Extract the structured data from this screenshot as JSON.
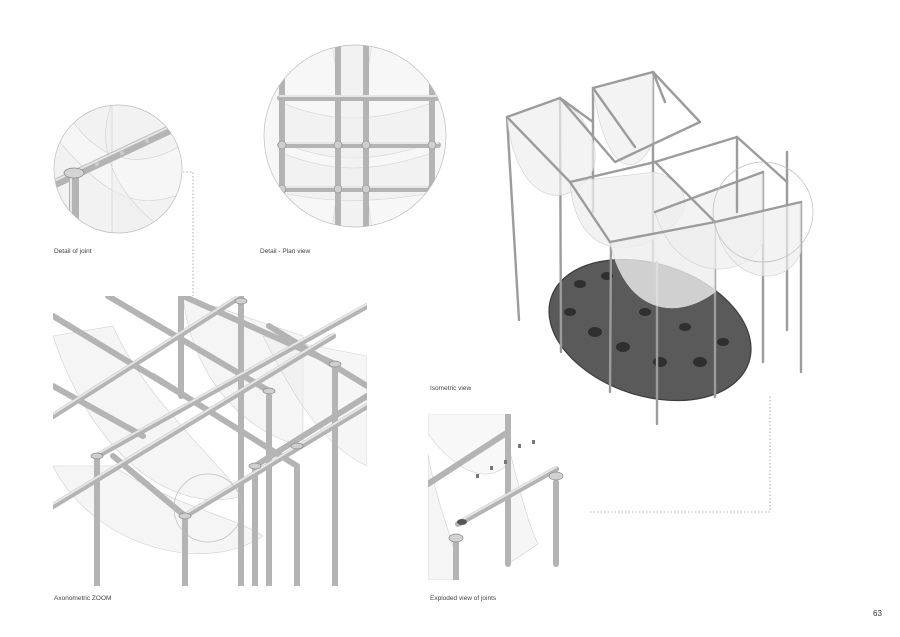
{
  "captions": {
    "detail_joint": "Detail of joint",
    "detail_plan": "Detail - Plan view",
    "isometric": "Isometric view",
    "axonometric_zoom": "Axonometric ZOOM",
    "exploded": "Exploded view of joints"
  },
  "page_number": "63",
  "colors": {
    "pipe": "#b4b4b4",
    "fabric": "#eeeeee",
    "base": "#5a5a5a"
  }
}
